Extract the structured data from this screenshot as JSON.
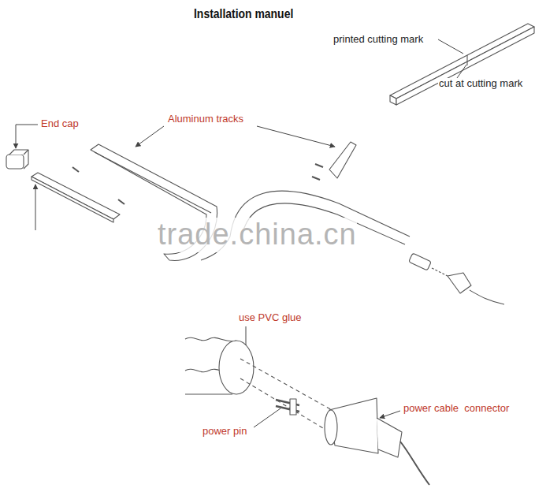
{
  "diagram": {
    "title": "Installation manuel",
    "labels": [
      "printed cutting mark",
      "cut at cutting mark",
      "End cap",
      "Aluminum tracks",
      "trade.china.cn",
      "use PVC glue",
      "power pin",
      "power cable  connector"
    ]
  }
}
